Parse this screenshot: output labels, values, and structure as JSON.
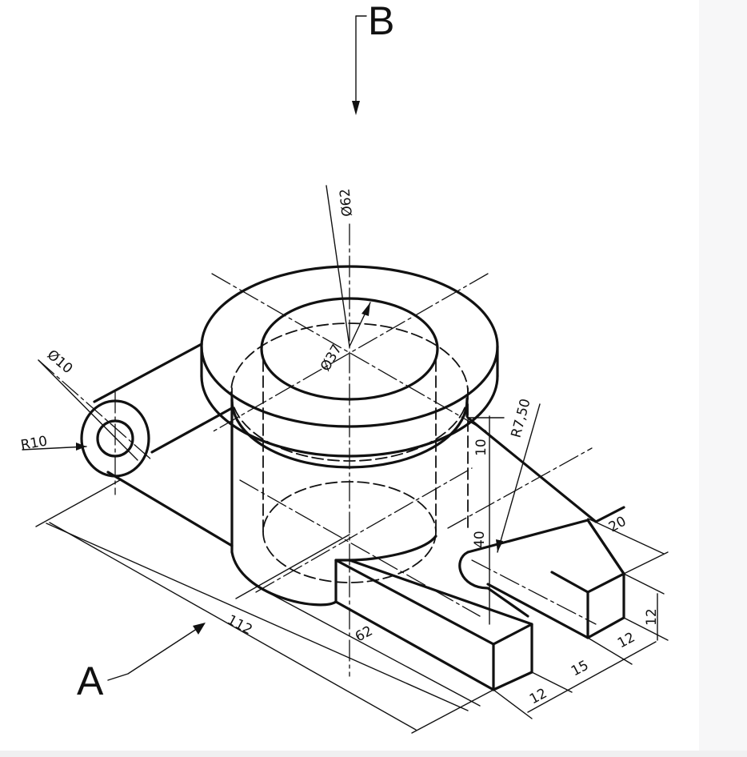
{
  "view_labels": {
    "a": "A",
    "b": "B"
  },
  "dimensions": {
    "d62_top": "Ø62",
    "d37": "Ø37",
    "d10": "Ø10",
    "r10": "R10",
    "r7_5": "R7,50",
    "h10": "10",
    "h40": "40",
    "w20": "20",
    "h12_right": "12",
    "d12_mid": "12",
    "d15": "15",
    "d12_low": "12",
    "l112": "112",
    "l62": "62"
  }
}
